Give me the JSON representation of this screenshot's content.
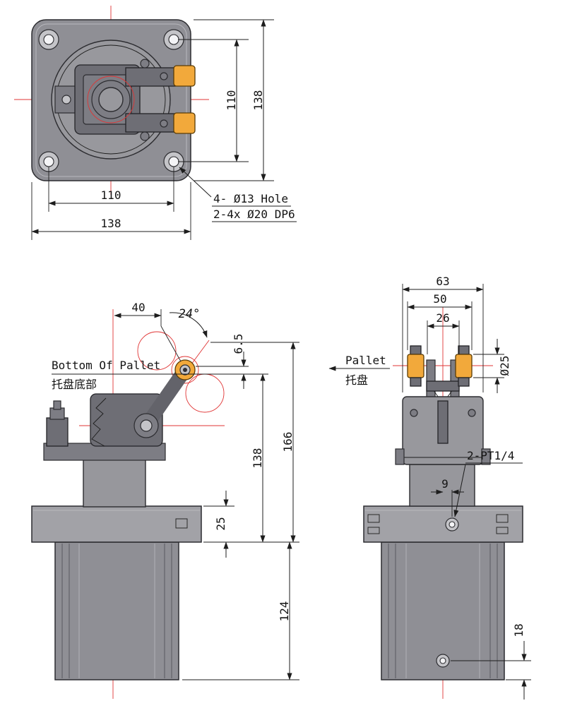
{
  "drawing": {
    "background": "#ffffff",
    "colors": {
      "line": "#1d1d1d",
      "centerline_red": "#e03434",
      "body_gray": "#8f8f95",
      "body_dark": "#6e6e75",
      "flange_gray": "#a2a2a7",
      "roller_orange": "#f2a93b"
    },
    "top_view": {
      "name": "top-view",
      "dim_hole_spacing_vertical": "110",
      "dim_plate_height": "138",
      "dim_hole_spacing_horizontal": "110",
      "dim_plate_width": "138",
      "callout_line1": "4- Ø13 Hole",
      "callout_line2": "2-4x Ø20 DP6"
    },
    "front_view": {
      "name": "front-view",
      "dim_arm_offset": "40",
      "dim_swing_angle": "24°",
      "dim_pallet_clearance": "6.5",
      "dim_total_height": "166",
      "dim_pallet_height": "138",
      "dim_flange_thickness": "25",
      "dim_body_length": "124",
      "pallet_label_en": "Bottom Of Pallet",
      "pallet_label_zh": "托盘底部"
    },
    "side_view": {
      "name": "side-view",
      "dim_width_outer": "63",
      "dim_width_rollers": "50",
      "dim_width_inner": "26",
      "dim_roller_diameter": "Ø25",
      "dim_port_offset": "9",
      "port_callout": "2-PT1/4",
      "dim_bottom_port": "18",
      "pallet_label_en": "Pallet",
      "pallet_label_zh": "托盘"
    }
  }
}
